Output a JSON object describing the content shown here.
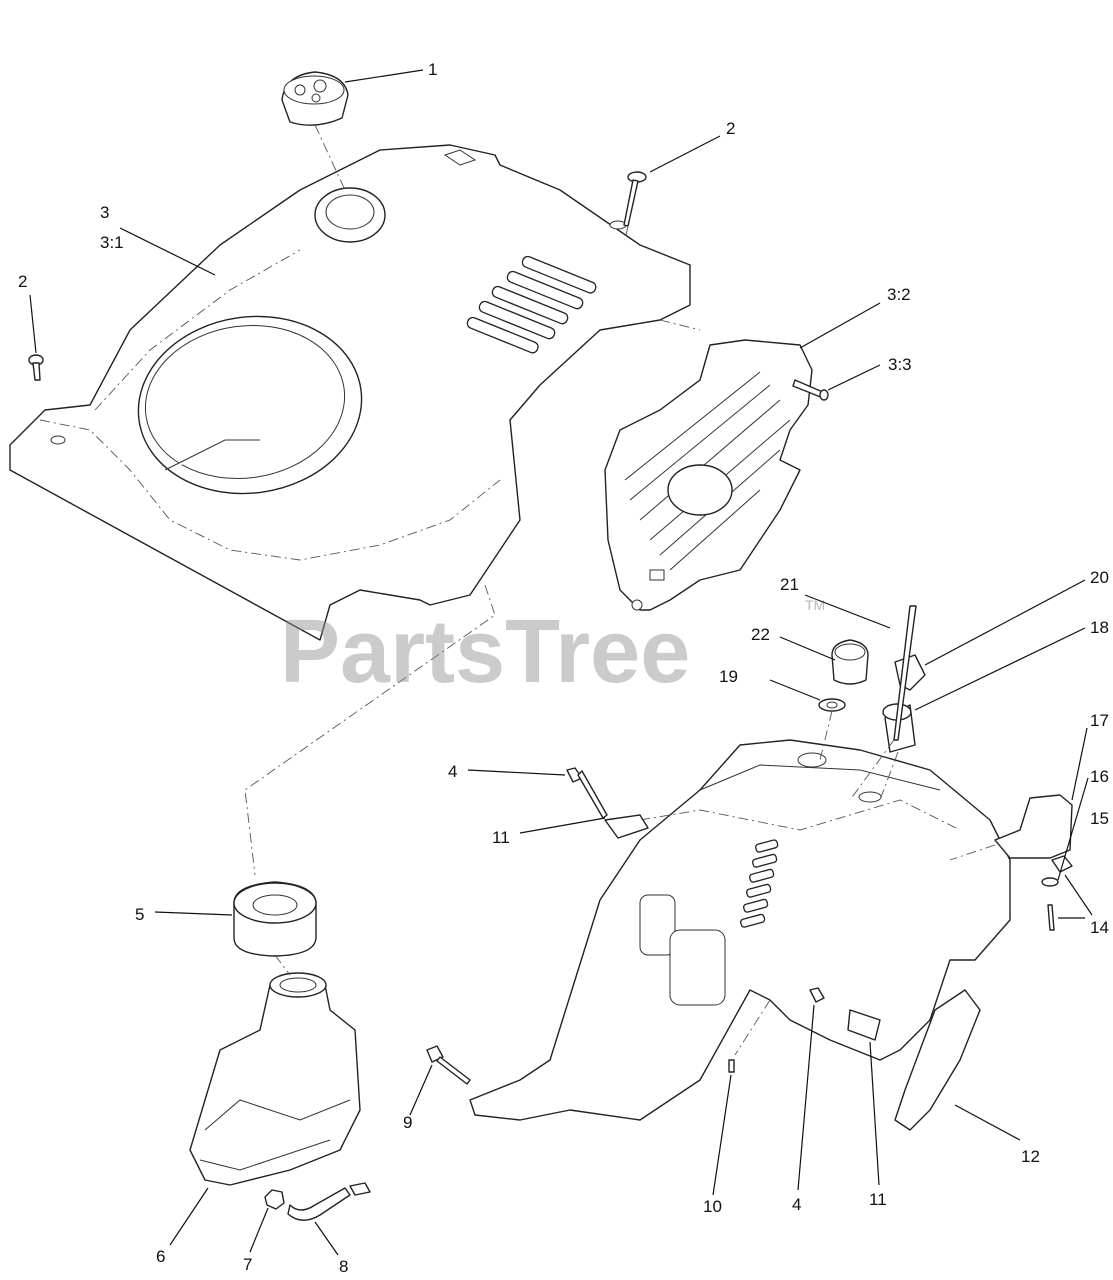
{
  "watermark": {
    "brand": "PartsTree",
    "trademark": "TM"
  },
  "callouts": [
    {
      "id": "c1",
      "text": "1"
    },
    {
      "id": "c2a",
      "text": "2"
    },
    {
      "id": "c2b",
      "text": "2"
    },
    {
      "id": "c3",
      "text": "3"
    },
    {
      "id": "c3_1",
      "text": "3:1"
    },
    {
      "id": "c3_2",
      "text": "3:2"
    },
    {
      "id": "c3_3",
      "text": "3:3"
    },
    {
      "id": "c4a",
      "text": "4"
    },
    {
      "id": "c4b",
      "text": "4"
    },
    {
      "id": "c5",
      "text": "5"
    },
    {
      "id": "c6",
      "text": "6"
    },
    {
      "id": "c7",
      "text": "7"
    },
    {
      "id": "c8",
      "text": "8"
    },
    {
      "id": "c9",
      "text": "9"
    },
    {
      "id": "c10",
      "text": "10"
    },
    {
      "id": "c11a",
      "text": "11"
    },
    {
      "id": "c11b",
      "text": "11"
    },
    {
      "id": "c12",
      "text": "12"
    },
    {
      "id": "c14",
      "text": "14"
    },
    {
      "id": "c15",
      "text": "15"
    },
    {
      "id": "c16",
      "text": "16"
    },
    {
      "id": "c17",
      "text": "17"
    },
    {
      "id": "c18",
      "text": "18"
    },
    {
      "id": "c19",
      "text": "19"
    },
    {
      "id": "c20",
      "text": "20"
    },
    {
      "id": "c21",
      "text": "21"
    },
    {
      "id": "c22",
      "text": "22"
    }
  ]
}
